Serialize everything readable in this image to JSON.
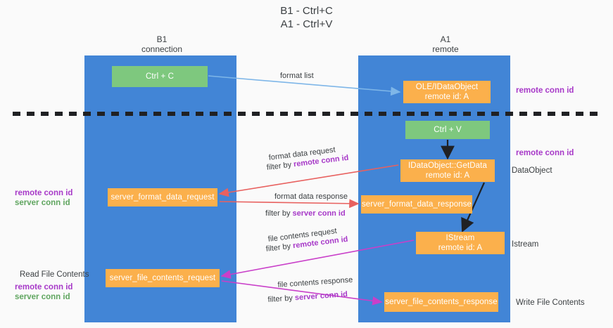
{
  "title": "B1 - Ctrl+C\nA1 - Ctrl+V",
  "columns": {
    "left": "B1\nconnection",
    "right": "A1\nremote"
  },
  "boxes": {
    "ctrl_c": "Ctrl + C",
    "data_object": "OLE/IDataObject\nremote id: A",
    "ctrl_v": "Ctrl + V",
    "get_data": "IDataObject::GetData\nremote id: A",
    "server_format_data_request": "server_format_data_request",
    "server_format_data_response": "server_format_data_response",
    "istream": "IStream\nremote id: A",
    "server_file_contents_request": "server_file_contents_request",
    "server_file_contents_response": "server_file_contents_response"
  },
  "annotations": {
    "right_remote_conn_id_1": "remote conn id",
    "right_remote_conn_id_2": "remote conn id",
    "right_dataobject": "DataObject",
    "right_istream": "Istream",
    "right_write_file_contents": "Write File Contents",
    "left_remote_conn_id": "remote conn id",
    "left_server_conn_id": "server conn id",
    "left_read_file_contents": "Read File Contents",
    "left_remote_conn_id_2": "remote conn id",
    "left_server_conn_id_2": "server conn id"
  },
  "edge_labels": {
    "format_list": "format list",
    "format_data_request": "format data request",
    "format_data_request_filter_prefix": "filter by ",
    "format_data_request_filter_key": "remote conn id",
    "format_data_response": "format data response",
    "format_data_response_filter_prefix": "filter by ",
    "format_data_response_filter_key": "server conn id",
    "file_contents_request": "file contents request",
    "file_contents_request_filter_prefix": "filter by ",
    "file_contents_request_filter_key": "remote conn id",
    "file_contents_response": "file contents response",
    "file_contents_response_filter_prefix": "filter by ",
    "file_contents_response_filter_key": "server conn id"
  },
  "colors": {
    "lane": "#4285d6",
    "green_box": "#7ec87e",
    "orange_box": "#fbb04c",
    "purple_text": "#a739c8",
    "green_text": "#5fa55f",
    "red_arrow": "#e8615f",
    "magenta_arrow": "#c churches"
  }
}
